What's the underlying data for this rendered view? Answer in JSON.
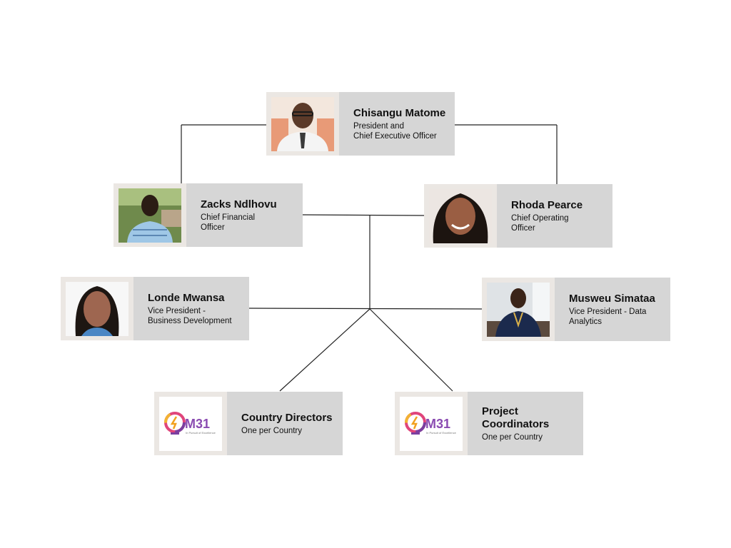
{
  "org": {
    "ceo": {
      "name": "Chisangu Matome",
      "title": "President and\nChief Executive Officer",
      "icon": "person-photo"
    },
    "cfo": {
      "name": "Zacks Ndlhovu",
      "title": "Chief Financial\nOfficer",
      "icon": "person-photo"
    },
    "coo": {
      "name": "Rhoda Pearce",
      "title": "Chief Operating\nOfficer",
      "icon": "person-photo"
    },
    "vp_bd": {
      "name": "Londe Mwansa",
      "title": "Vice President -\nBusiness Development",
      "icon": "person-photo"
    },
    "vp_da": {
      "name": "Musweu Simataa",
      "title": "Vice President - Data\nAnalytics",
      "icon": "person-photo"
    },
    "country_directors": {
      "name": "Country Directors",
      "title": "One per Country",
      "icon": "m31-logo"
    },
    "project_coordinators": {
      "name": "Project\nCoordinators",
      "title": "One per Country",
      "icon": "m31-logo"
    }
  },
  "logo": {
    "text": "M31",
    "tagline": "In Pursuit of Excellence"
  },
  "colors": {
    "card_bg": "#d6d6d6",
    "frame_bg": "#ebe7e3",
    "line": "#222222"
  }
}
